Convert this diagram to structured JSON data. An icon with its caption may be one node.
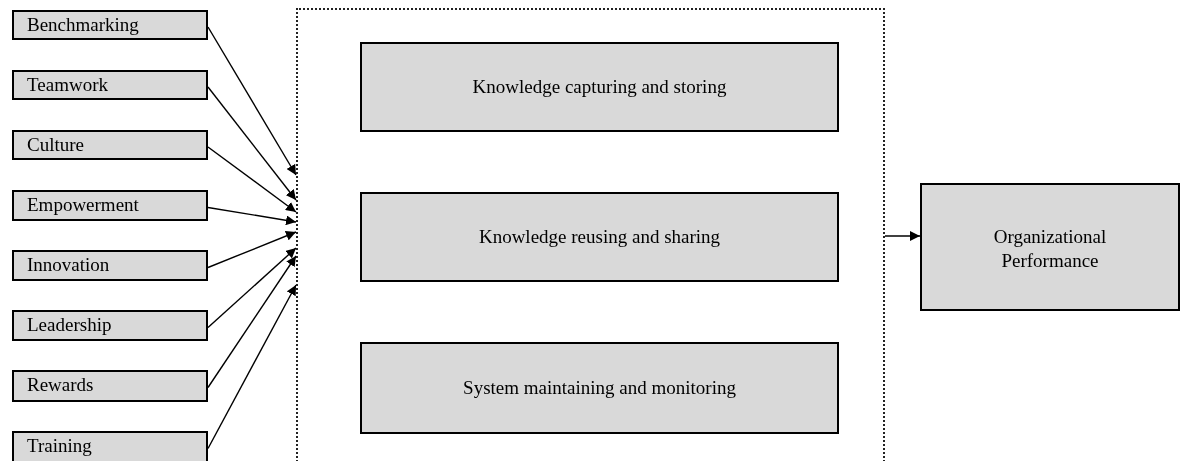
{
  "diagram": {
    "nodes": [
      {
        "text": [
          "Benchmarking"
        ]
      },
      {
        "text": [
          "Teamwork"
        ]
      },
      {
        "text": [
          "Culture"
        ]
      },
      {
        "text": [
          "Empowerment"
        ]
      },
      {
        "text": [
          "Innovation"
        ]
      },
      {
        "text": [
          "Leadership"
        ]
      },
      {
        "text": [
          "Rewards"
        ]
      },
      {
        "text": [
          "Training"
        ]
      },
      {
        "text": [],
        "shape": "box"
      },
      {
        "text": [
          "Knowledge capturing and storing"
        ],
        "in": 8
      },
      {
        "text": [
          "Knowledge reusing and sharing"
        ],
        "in": 8
      },
      {
        "text": [
          "System maintaining and monitoring"
        ],
        "in": 8
      },
      {
        "text": [
          "Organizational Performance"
        ]
      }
    ],
    "edges": [
      {
        "from": 0,
        "to": 8,
        "arrow": "to"
      },
      {
        "from": 1,
        "to": 8,
        "arrow": "to"
      },
      {
        "from": 2,
        "to": 8,
        "arrow": "to"
      },
      {
        "from": 3,
        "to": 8,
        "arrow": "to"
      },
      {
        "from": 4,
        "to": 8,
        "arrow": "to"
      },
      {
        "from": 5,
        "to": 8,
        "arrow": "to"
      },
      {
        "from": 6,
        "to": 8,
        "arrow": "to"
      },
      {
        "from": 7,
        "to": 8,
        "arrow": "to"
      },
      {
        "from": 8,
        "to": 12,
        "arrow": "to"
      }
    ]
  }
}
